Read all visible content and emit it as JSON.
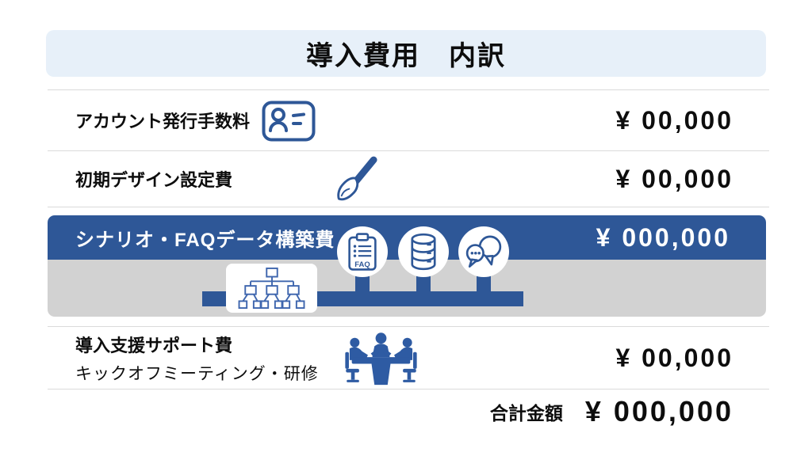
{
  "title": "導入費用　内訳",
  "colors": {
    "accent_blue": "#2e5797",
    "icon_blue": "#2e5ba3",
    "title_bg": "#e7f0f9",
    "band_gray": "#d2d2d2",
    "divider_gray": "#dadada",
    "text_black": "#0d0d0d",
    "highlight_text": "#ffffff"
  },
  "rows": [
    {
      "label": "アカウント発行手数料",
      "price": "¥ 00,000",
      "icon": "id-card-icon"
    },
    {
      "label": "初期デザイン設定費",
      "price": "¥ 00,000",
      "icon": "paintbrush-icon"
    },
    {
      "label": "シナリオ・FAQデータ構築費",
      "price": "¥ 000,000",
      "highlighted": true,
      "faq_label": "FAQ",
      "icons": [
        "faq-clipboard-icon",
        "database-icon",
        "chat-bubbles-icon",
        "flowchart-tree-icon"
      ]
    },
    {
      "label": "導入支援サポート費",
      "sublabel": "キックオフミーティング・研修",
      "price": "¥ 00,000",
      "icon": "meeting-icon"
    }
  ],
  "total": {
    "label": "合計金額",
    "price": "¥ 000,000"
  }
}
